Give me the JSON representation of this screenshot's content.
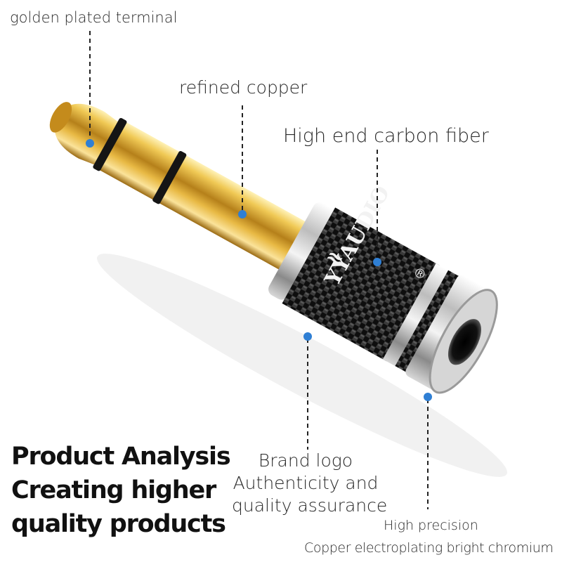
{
  "labels": {
    "terminal": "golden plated terminal",
    "copper": "refined copper",
    "carbon": "High end carbon fiber",
    "brand_line1": "Brand logo",
    "brand_line2": "Authenticity and",
    "brand_line3": "quality assurance",
    "precision": "High precision",
    "plating": "Copper electroplating bright chromium"
  },
  "headline": {
    "line1": "Product Analysis",
    "line2": "Creating higher",
    "line3": "quality products"
  },
  "brand": {
    "name": "YYAUDIO",
    "mark": "®"
  },
  "colors": {
    "gold": "#d9a62c",
    "accent_dot": "#2f7fd4",
    "carbon": "#111111",
    "chrome": "#cfcfcf"
  }
}
